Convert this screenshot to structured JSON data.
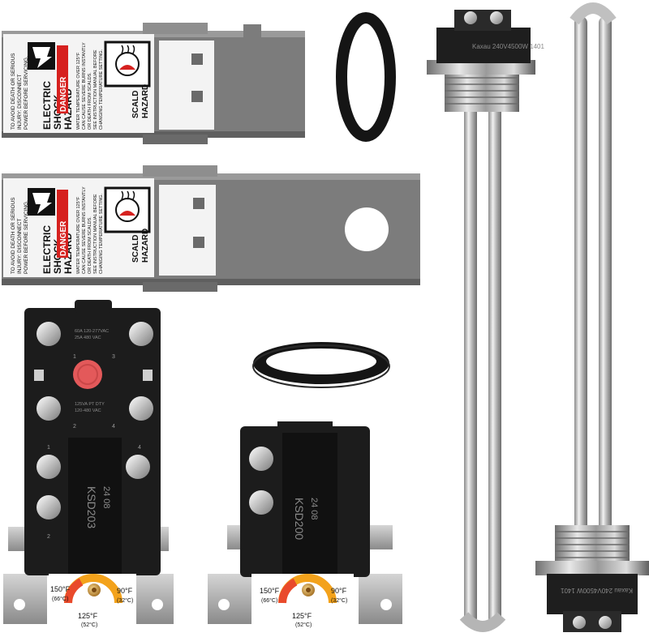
{
  "covers": [
    {
      "danger": "DANGER",
      "electric": [
        "ELECTRIC",
        "SHOCK",
        "HAZARD"
      ],
      "warn_left": [
        "TO AVOID DEATH OR SERIOUS",
        "INJURY: DISCONNECT",
        "POWER BEFORE SERVICING."
      ],
      "scald": [
        "SCALD",
        "HAZARD"
      ],
      "warn_scald": [
        "WATER TEMPERATURE OVER 125°F",
        "CAN CAUSE SEVERE BURNS INSTANTLY",
        "OR DEATH FROM SCALDS.",
        "SEE INSTRUCTION MANUAL BEFORE",
        "CHANGING TEMPERATURE SETTING."
      ]
    },
    {
      "danger": "DANGER",
      "electric": [
        "ELECTRIC",
        "SHOCK",
        "HAZARD"
      ],
      "warn_left": [
        "TO AVOID DEATH OR SERIOUS",
        "INJURY: DISCONNECT",
        "POWER BEFORE SERVICING."
      ],
      "scald": [
        "SCALD",
        "HAZARD"
      ],
      "warn_scald": [
        "WATER TEMPERATURE OVER 125°F",
        "CAN CAUSE SEVERE BURNS INSTANTLY",
        "OR DEATH FROM SCALDS.",
        "SEE INSTRUCTION MANUAL BEFORE",
        "CHANGING TEMPERATURE SETTING."
      ]
    }
  ],
  "thermostat_upper": {
    "model": "KSD203",
    "code": "24 08",
    "rating_top": [
      "60A 120-277VAC",
      "25A 480 VAC"
    ],
    "rating_mid": [
      "125VA PT DTY",
      "120-480 VAC"
    ],
    "terminals": [
      "1",
      "3",
      "2",
      "4",
      "1",
      "4",
      "2"
    ],
    "dial": {
      "hot": "150°F",
      "hot_c": "(66°C)",
      "mid": "125°F",
      "mid_c": "(52°C)",
      "low": "90°F",
      "low_c": "(32°C)"
    }
  },
  "thermostat_lower": {
    "model": "KSD200",
    "code": "24 08",
    "dial": {
      "hot": "150°F",
      "hot_c": "(66°C)",
      "mid": "125°F",
      "mid_c": "(52°C)",
      "low": "90°F",
      "low_c": "(32°C)"
    }
  },
  "element_label": "Kaxau 240V4500W 1401",
  "element_label_2": "Kaxau 240V4500W 1401",
  "colors": {
    "cover_body": "#7c7c7c",
    "label_bg": "#f4f4f4",
    "danger_red": "#d6211f",
    "thermostat": "#1c1c1c",
    "reset_button": "#e3595a",
    "gasket": "#151515",
    "steel": "#c9c9c9"
  },
  "icons": [
    "electric-shock-icon",
    "scald-hazard-icon",
    "warning-triangle-icon",
    "screw-icon",
    "reset-button-icon"
  ]
}
